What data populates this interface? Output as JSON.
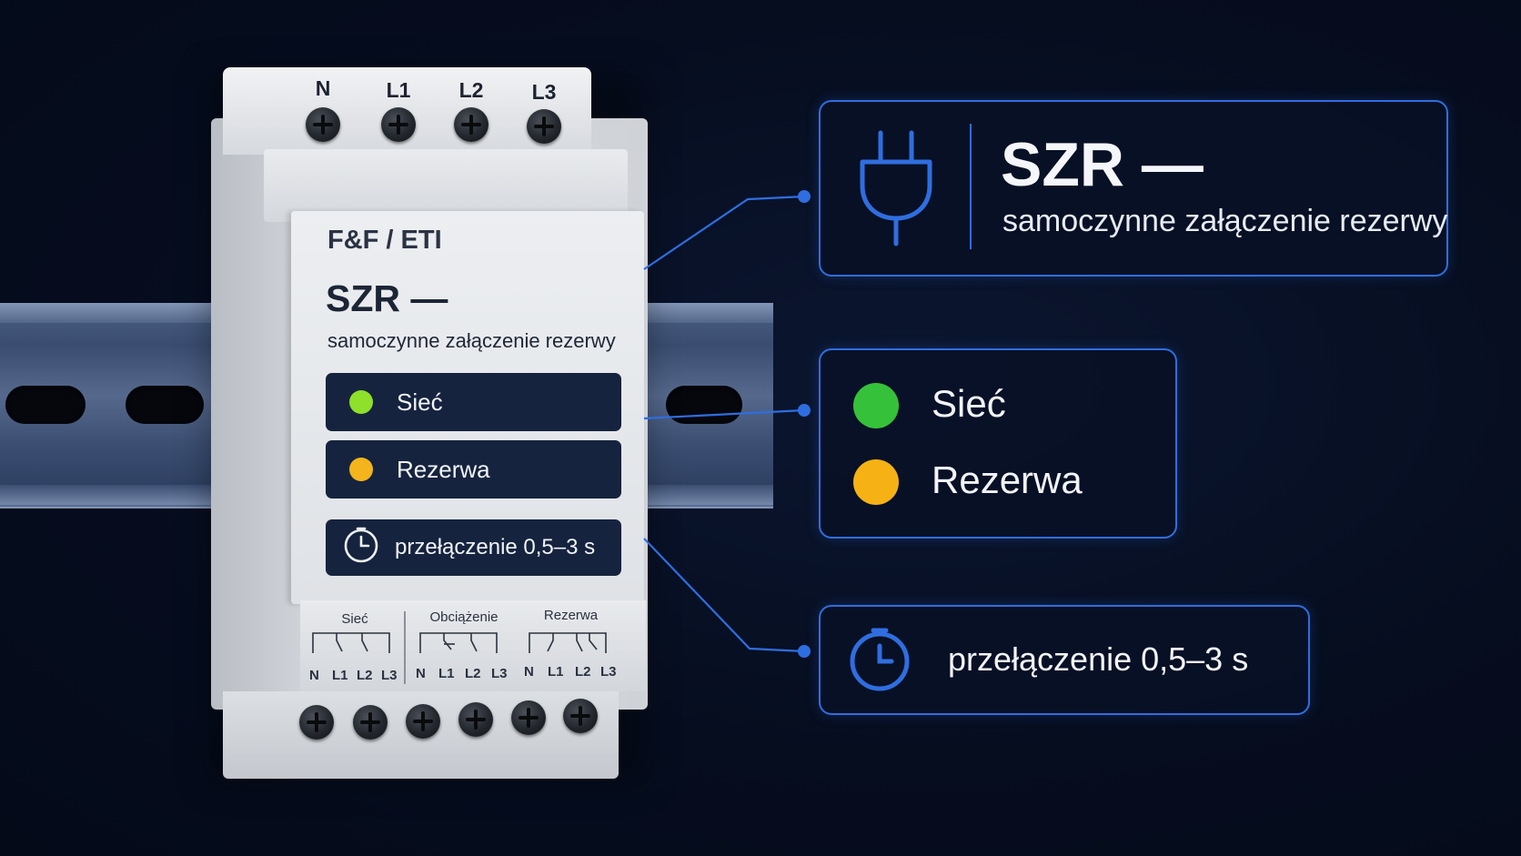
{
  "device": {
    "terminals_top": [
      "N",
      "L1",
      "L2",
      "L3"
    ],
    "brand": "F&F / ETI",
    "title": "SZR —",
    "subtitle": "samoczynne załączenie rezerwy",
    "indicators": [
      {
        "label": "Sieć",
        "color": "#8ee02a"
      },
      {
        "label": "Rezerwa",
        "color": "#f3b51b"
      }
    ],
    "switch_time": "przełączenie 0,5–3 s",
    "schematic_groups": [
      {
        "label": "Sieć",
        "terminals": [
          "N",
          "L1",
          "L2",
          "L3"
        ]
      },
      {
        "label": "Obciążenie",
        "terminals": [
          "N",
          "L1",
          "L2",
          "L3"
        ]
      },
      {
        "label": "Rezerwa",
        "terminals": [
          "N",
          "L1",
          "L2",
          "L3"
        ]
      }
    ]
  },
  "callouts": {
    "title": "SZR —",
    "subtitle": "samoczynne załączenie rezerwy",
    "icon_title": "plug-icon",
    "indicators": [
      {
        "label": "Sieć",
        "color": "#35c23a"
      },
      {
        "label": "Rezerwa",
        "color": "#f6b214"
      }
    ],
    "switch_time": "przełączenie 0,5–3 s",
    "icon_time": "clock-icon"
  },
  "colors": {
    "accent": "#2f6ee0",
    "background": "#060d1f"
  }
}
